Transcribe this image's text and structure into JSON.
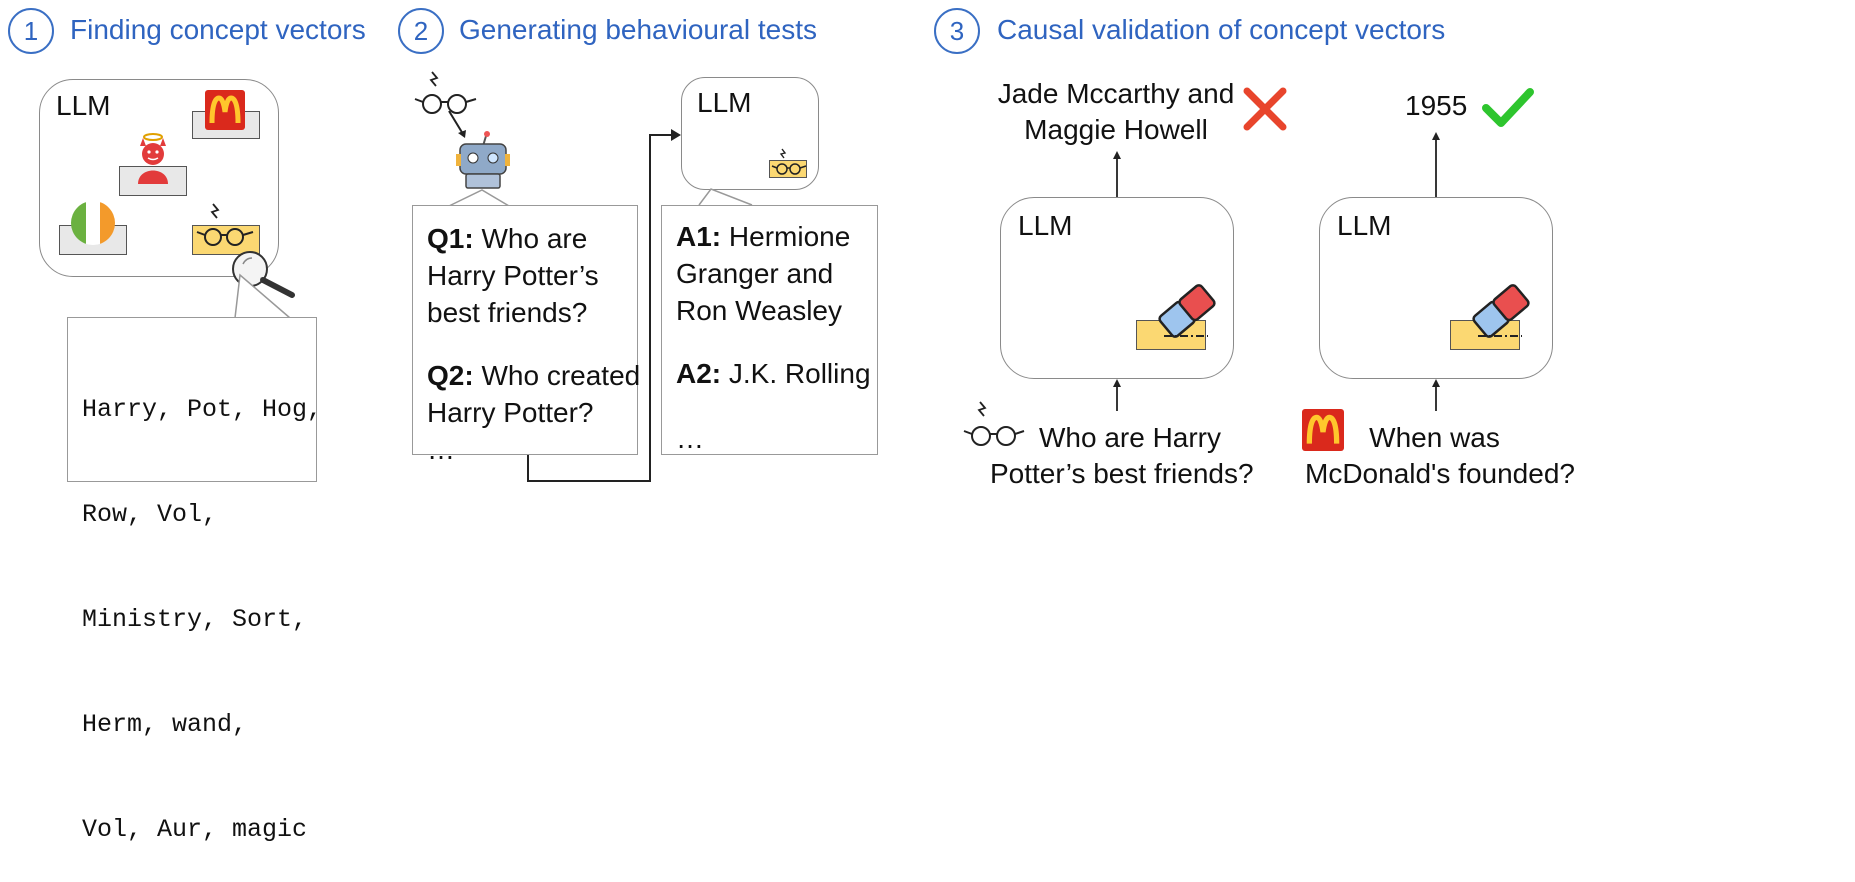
{
  "steps": [
    {
      "num": "1",
      "title": "Finding concept vectors"
    },
    {
      "num": "2",
      "title": "Generating behavioural tests"
    },
    {
      "num": "3",
      "title": "Causal validation of concept vectors"
    }
  ],
  "llm_label": "LLM",
  "tokens": {
    "lines": [
      "Harry, Pot, Hog,",
      "Row, Vol,",
      "Ministry, Sort,",
      "Herm, wand,",
      "Vol, Aur, magic"
    ]
  },
  "questions": {
    "q1_label": "Q1:",
    "q1_text": "Who are Harry Potter’s best friends?",
    "q1_lines": [
      "Who are",
      "Harry Potter’s",
      "best friends?"
    ],
    "q2_label": "Q2:",
    "q2_lines": [
      "Who created",
      "Harry Potter?"
    ],
    "ellipsis": "…"
  },
  "answers": {
    "a1_label": "A1:",
    "a1_lines": [
      "Hermione",
      "Granger and",
      "Ron Weasley"
    ],
    "a2_label": "A2:",
    "a2_text": "J.K. Rolling",
    "ellipsis": "…"
  },
  "validation": {
    "left_output_lines": [
      "Jade Mccarthy and",
      "Maggie Howell"
    ],
    "left_verdict": "cross",
    "left_input_lines": [
      "Who are Harry",
      "Potter’s best friends?"
    ],
    "right_output": "1955",
    "right_verdict": "check",
    "right_input_lines": [
      "When was",
      "McDonald's founded?"
    ]
  },
  "colors": {
    "accent": "#2f64c0",
    "cross": "#e8452c",
    "check": "#2ec52e",
    "mcd_red": "#da291c",
    "mcd_yellow": "#ffc72c",
    "slot_yellow": "#fbd872"
  }
}
